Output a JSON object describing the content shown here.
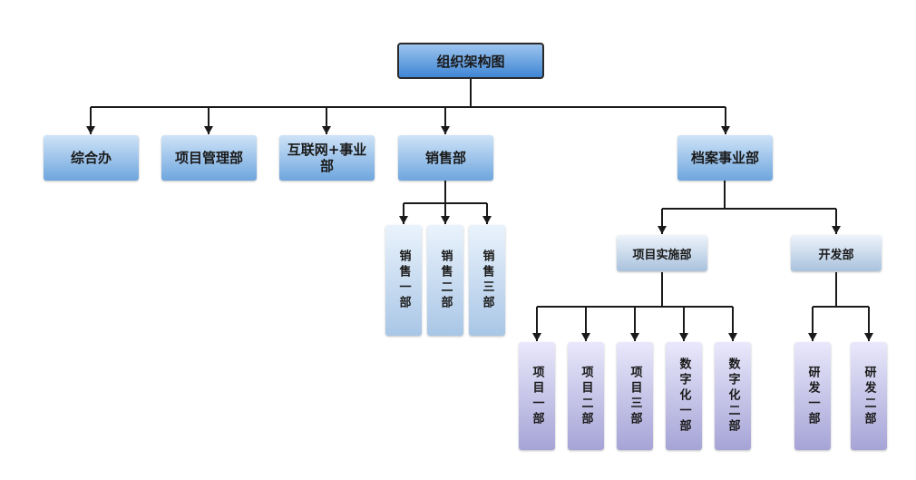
{
  "chart": {
    "root": "组织架构图",
    "departments": [
      "综合办",
      "项目管理部",
      "互联网+事业部",
      "销售部",
      "档案事业部"
    ],
    "sales_units": [
      "销售一部",
      "销售二部",
      "销售三部"
    ],
    "archive_divisions": [
      "项目实施部",
      "开发部"
    ],
    "implementation_units": [
      "项目一部",
      "项目二部",
      "项目三部",
      "数字化一部",
      "数字化二部"
    ],
    "development_units": [
      "研发一部",
      "研发二部"
    ]
  },
  "colors": {
    "line": "#1a1a1a",
    "root_border": "#2a2a2a"
  }
}
